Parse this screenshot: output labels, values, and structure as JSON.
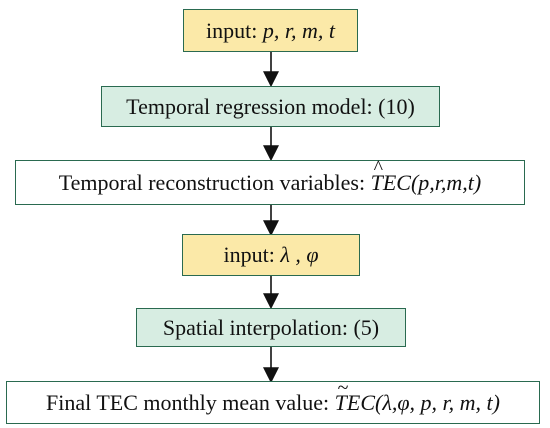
{
  "nodes": {
    "input1": {
      "prefix": "input: ",
      "vars": "p, r, m, t"
    },
    "temporal_model": {
      "label": "Temporal regression model: (10)"
    },
    "temporal_vars": {
      "prefix": "Temporal reconstruction variables: ",
      "symbol": "TEC",
      "args": "(p,r,m,t)",
      "accent": "^"
    },
    "input2": {
      "prefix": "input: ",
      "vars": "λ , φ"
    },
    "spatial": {
      "label": "Spatial interpolation: (5)"
    },
    "final": {
      "prefix": "Final TEC monthly mean value: ",
      "symbol": "TEC",
      "args": "(λ,φ, p, r, m, t)",
      "accent": "~"
    }
  },
  "colors": {
    "input_fill": "#fbe9a8",
    "process_fill": "#d7ede2",
    "border": "#2a6a50",
    "arrow": "#111111"
  }
}
